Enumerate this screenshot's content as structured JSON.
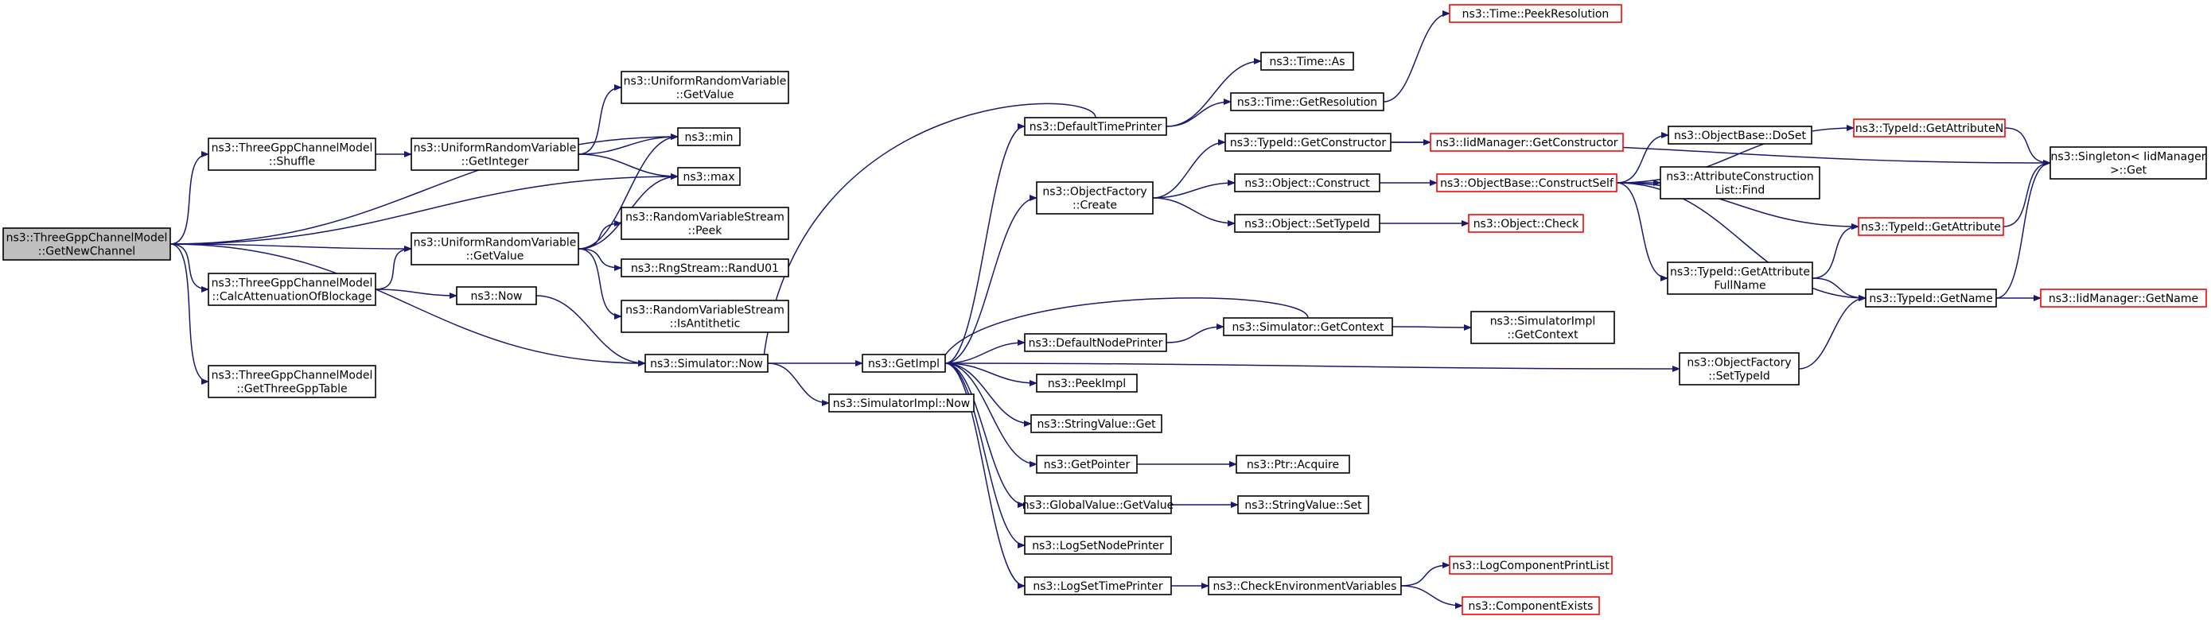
{
  "colors": {
    "edge": "#191970",
    "node_border": "#000000",
    "truncated_border": "#ff0000",
    "node_fill": "#ffffff",
    "root_fill": "#bfbfbf"
  },
  "nodes": [
    {
      "id": "root",
      "lines": [
        "ns3::ThreeGppChannelModel",
        "::GetNewChannel"
      ],
      "kind": "root"
    },
    {
      "id": "shuffle",
      "lines": [
        "ns3::ThreeGppChannelModel",
        "::Shuffle"
      ],
      "kind": "normal"
    },
    {
      "id": "calcAtt",
      "lines": [
        "ns3::ThreeGppChannelModel",
        "::CalcAttenuationOfBlockage"
      ],
      "kind": "normal"
    },
    {
      "id": "getTable",
      "lines": [
        "ns3::ThreeGppChannelModel",
        "::GetThreeGppTable"
      ],
      "kind": "normal"
    },
    {
      "id": "urvGetInt",
      "lines": [
        "ns3::UniformRandomVariable",
        "::GetInteger"
      ],
      "kind": "normal"
    },
    {
      "id": "urvGetVal",
      "lines": [
        "ns3::UniformRandomVariable",
        "::GetValue"
      ],
      "kind": "normal"
    },
    {
      "id": "now",
      "lines": [
        "ns3::Now"
      ],
      "kind": "normal"
    },
    {
      "id": "urvGetVal2",
      "lines": [
        "ns3::UniformRandomVariable",
        "::GetValue"
      ],
      "kind": "normal"
    },
    {
      "id": "min",
      "lines": [
        "ns3::min"
      ],
      "kind": "normal"
    },
    {
      "id": "max",
      "lines": [
        "ns3::max"
      ],
      "kind": "normal"
    },
    {
      "id": "rvsPeek",
      "lines": [
        "ns3::RandomVariableStream",
        "::Peek"
      ],
      "kind": "normal"
    },
    {
      "id": "randU01",
      "lines": [
        "ns3::RngStream::RandU01"
      ],
      "kind": "normal"
    },
    {
      "id": "rvsAnti",
      "lines": [
        "ns3::RandomVariableStream",
        "::IsAntithetic"
      ],
      "kind": "normal"
    },
    {
      "id": "simNow",
      "lines": [
        "ns3::Simulator::Now"
      ],
      "kind": "normal"
    },
    {
      "id": "simImplNow",
      "lines": [
        "ns3::SimulatorImpl::Now"
      ],
      "kind": "normal"
    },
    {
      "id": "getImpl",
      "lines": [
        "ns3::GetImpl"
      ],
      "kind": "normal"
    },
    {
      "id": "defTimePr",
      "lines": [
        "ns3::DefaultTimePrinter"
      ],
      "kind": "normal"
    },
    {
      "id": "objFactCreate",
      "lines": [
        "ns3::ObjectFactory",
        "::Create"
      ],
      "kind": "normal"
    },
    {
      "id": "defNodePr",
      "lines": [
        "ns3::DefaultNodePrinter"
      ],
      "kind": "normal"
    },
    {
      "id": "peekImpl",
      "lines": [
        "ns3::PeekImpl"
      ],
      "kind": "normal"
    },
    {
      "id": "strValGet",
      "lines": [
        "ns3::StringValue::Get"
      ],
      "kind": "normal"
    },
    {
      "id": "getPointer",
      "lines": [
        "ns3::GetPointer"
      ],
      "kind": "normal"
    },
    {
      "id": "globValGet",
      "lines": [
        "ns3::GlobalValue::GetValue"
      ],
      "kind": "normal"
    },
    {
      "id": "logSetNode",
      "lines": [
        "ns3::LogSetNodePrinter"
      ],
      "kind": "normal"
    },
    {
      "id": "logSetTime",
      "lines": [
        "ns3::LogSetTimePrinter"
      ],
      "kind": "normal"
    },
    {
      "id": "timeAs",
      "lines": [
        "ns3::Time::As"
      ],
      "kind": "normal"
    },
    {
      "id": "timeGetRes",
      "lines": [
        "ns3::Time::GetResolution"
      ],
      "kind": "normal"
    },
    {
      "id": "timePeekRes",
      "lines": [
        "ns3::Time::PeekResolution"
      ],
      "kind": "truncated"
    },
    {
      "id": "typeIdGetCons",
      "lines": [
        "ns3::TypeId::GetConstructor"
      ],
      "kind": "normal"
    },
    {
      "id": "objConstruct",
      "lines": [
        "ns3::Object::Construct"
      ],
      "kind": "normal"
    },
    {
      "id": "objSetTypeId",
      "lines": [
        "ns3::Object::SetTypeId"
      ],
      "kind": "normal"
    },
    {
      "id": "simGetCtx",
      "lines": [
        "ns3::Simulator::GetContext"
      ],
      "kind": "normal"
    },
    {
      "id": "ptrAcquire",
      "lines": [
        "ns3::Ptr::Acquire"
      ],
      "kind": "normal"
    },
    {
      "id": "strValSet",
      "lines": [
        "ns3::StringValue::Set"
      ],
      "kind": "normal"
    },
    {
      "id": "checkEnv",
      "lines": [
        "ns3::CheckEnvironmentVariables"
      ],
      "kind": "normal"
    },
    {
      "id": "iidMgrGetCons",
      "lines": [
        "ns3::IidManager::GetConstructor"
      ],
      "kind": "truncated"
    },
    {
      "id": "objBaseConstruct",
      "lines": [
        "ns3::ObjectBase::ConstructSelf"
      ],
      "kind": "truncated"
    },
    {
      "id": "objCheck",
      "lines": [
        "ns3::Object::Check"
      ],
      "kind": "truncated"
    },
    {
      "id": "simImplGetCtx",
      "lines": [
        "ns3::SimulatorImpl",
        "::GetContext"
      ],
      "kind": "normal"
    },
    {
      "id": "logCompPrint",
      "lines": [
        "ns3::LogComponentPrintList"
      ],
      "kind": "truncated"
    },
    {
      "id": "compExists",
      "lines": [
        "ns3::ComponentExists"
      ],
      "kind": "truncated"
    },
    {
      "id": "objBaseDoSet",
      "lines": [
        "ns3::ObjectBase::DoSet"
      ],
      "kind": "normal"
    },
    {
      "id": "attrConsFind",
      "lines": [
        "ns3::AttributeConstruction",
        "List::Find"
      ],
      "kind": "normal"
    },
    {
      "id": "typeIdGetAttrFull",
      "lines": [
        "ns3::TypeId::GetAttribute",
        "FullName"
      ],
      "kind": "normal"
    },
    {
      "id": "objFactSetTid",
      "lines": [
        "ns3::ObjectFactory",
        "::SetTypeId"
      ],
      "kind": "normal"
    },
    {
      "id": "typeIdGetAttrN",
      "lines": [
        "ns3::TypeId::GetAttributeN"
      ],
      "kind": "truncated"
    },
    {
      "id": "typeIdGetAttr",
      "lines": [
        "ns3::TypeId::GetAttribute"
      ],
      "kind": "truncated"
    },
    {
      "id": "typeIdGetName",
      "lines": [
        "ns3::TypeId::GetName"
      ],
      "kind": "normal"
    },
    {
      "id": "singletonGet",
      "lines": [
        "ns3::Singleton< IidManager",
        " >::Get"
      ],
      "kind": "normal"
    },
    {
      "id": "iidMgrGetName",
      "lines": [
        "ns3::IidManager::GetName"
      ],
      "kind": "truncated"
    }
  ],
  "edges": [
    [
      "root",
      "shuffle"
    ],
    [
      "root",
      "calcAtt"
    ],
    [
      "root",
      "getTable"
    ],
    [
      "root",
      "urvGetVal"
    ],
    [
      "root",
      "simNow"
    ],
    [
      "root",
      "min"
    ],
    [
      "root",
      "max"
    ],
    [
      "shuffle",
      "urvGetInt"
    ],
    [
      "urvGetInt",
      "urvGetVal2"
    ],
    [
      "urvGetInt",
      "min"
    ],
    [
      "urvGetInt",
      "max"
    ],
    [
      "calcAtt",
      "urvGetVal"
    ],
    [
      "calcAtt",
      "now"
    ],
    [
      "urvGetVal",
      "min"
    ],
    [
      "urvGetVal",
      "max"
    ],
    [
      "urvGetVal",
      "rvsPeek"
    ],
    [
      "urvGetVal",
      "randU01"
    ],
    [
      "urvGetVal",
      "rvsAnti"
    ],
    [
      "now",
      "simNow"
    ],
    [
      "simNow",
      "getImpl"
    ],
    [
      "simNow",
      "simImplNow"
    ],
    [
      "getImpl",
      "defTimePr"
    ],
    [
      "getImpl",
      "objFactCreate"
    ],
    [
      "getImpl",
      "defNodePr"
    ],
    [
      "getImpl",
      "peekImpl"
    ],
    [
      "getImpl",
      "strValGet"
    ],
    [
      "getImpl",
      "getPointer"
    ],
    [
      "getImpl",
      "globValGet"
    ],
    [
      "getImpl",
      "logSetNode"
    ],
    [
      "getImpl",
      "logSetTime"
    ],
    [
      "getImpl",
      "objFactSetTid"
    ],
    [
      "defTimePr",
      "timeAs"
    ],
    [
      "defTimePr",
      "timeGetRes"
    ],
    [
      "defTimePr",
      "simNow"
    ],
    [
      "timeGetRes",
      "timePeekRes"
    ],
    [
      "objFactCreate",
      "typeIdGetCons"
    ],
    [
      "objFactCreate",
      "objConstruct"
    ],
    [
      "objFactCreate",
      "objSetTypeId"
    ],
    [
      "typeIdGetCons",
      "iidMgrGetCons"
    ],
    [
      "typeIdGetCons",
      "singletonGet"
    ],
    [
      "objConstruct",
      "objBaseConstruct"
    ],
    [
      "objSetTypeId",
      "objCheck"
    ],
    [
      "defNodePr",
      "simGetCtx"
    ],
    [
      "simGetCtx",
      "simImplGetCtx"
    ],
    [
      "simGetCtx",
      "getImpl"
    ],
    [
      "getPointer",
      "ptrAcquire"
    ],
    [
      "globValGet",
      "strValSet"
    ],
    [
      "logSetTime",
      "checkEnv"
    ],
    [
      "checkEnv",
      "logCompPrint"
    ],
    [
      "checkEnv",
      "compExists"
    ],
    [
      "objBaseConstruct",
      "objBaseDoSet"
    ],
    [
      "objBaseConstruct",
      "attrConsFind"
    ],
    [
      "objBaseConstruct",
      "typeIdGetAttrFull"
    ],
    [
      "objBaseConstruct",
      "typeIdGetAttrN"
    ],
    [
      "objBaseConstruct",
      "typeIdGetAttr"
    ],
    [
      "objBaseConstruct",
      "typeIdGetName"
    ],
    [
      "typeIdGetAttrFull",
      "typeIdGetAttr"
    ],
    [
      "typeIdGetAttrFull",
      "typeIdGetName"
    ],
    [
      "objFactSetTid",
      "typeIdGetName"
    ],
    [
      "typeIdGetAttrN",
      "singletonGet"
    ],
    [
      "typeIdGetAttr",
      "singletonGet"
    ],
    [
      "typeIdGetName",
      "singletonGet"
    ],
    [
      "typeIdGetName",
      "iidMgrGetName"
    ]
  ]
}
